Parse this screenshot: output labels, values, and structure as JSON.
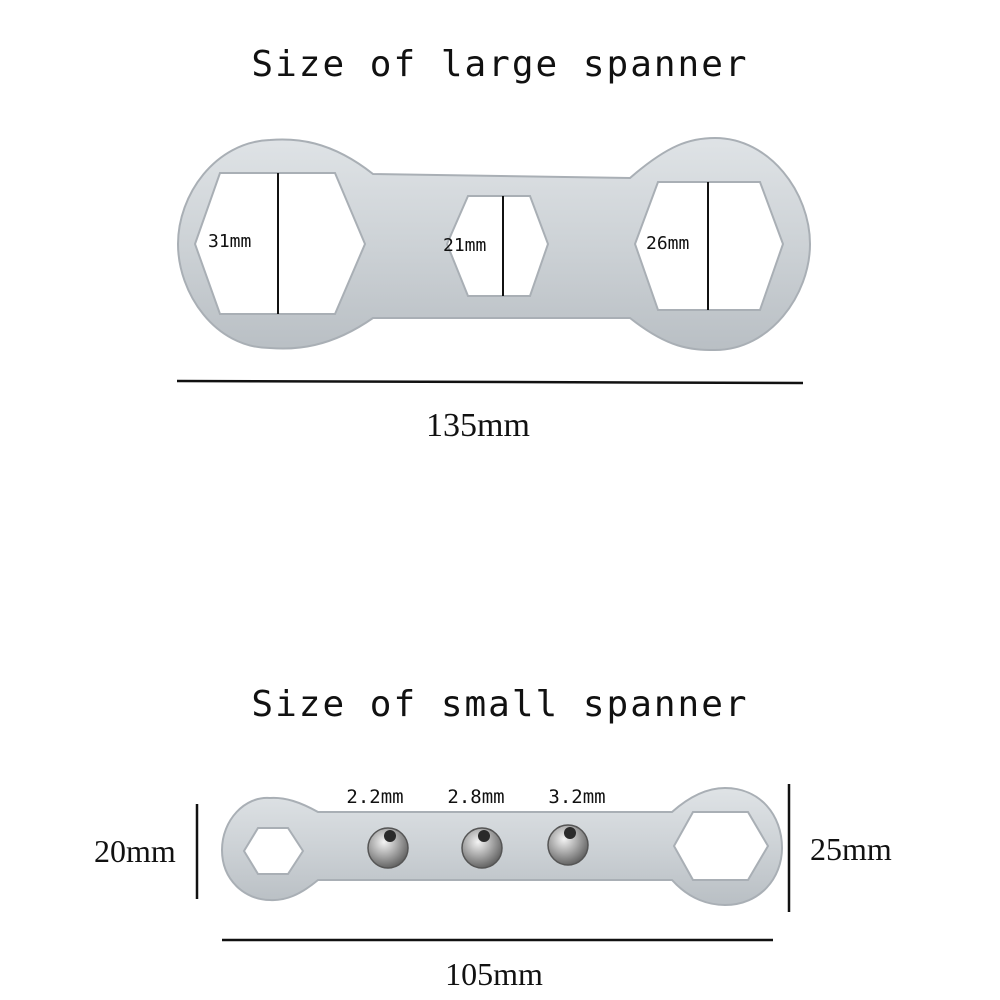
{
  "large_spanner": {
    "title": "Size of large spanner",
    "hex_left": "31mm",
    "hex_middle": "21mm",
    "hex_right": "26mm",
    "length": "135mm"
  },
  "small_spanner": {
    "title": "Size of small spanner",
    "pin_1": "2.2mm",
    "pin_2": "2.8mm",
    "pin_3": "3.2mm",
    "left_height": "20mm",
    "right_height": "25mm",
    "length": "105mm"
  },
  "colors": {
    "metal": "#cdd2d6",
    "metal_edge": "#a9afb5",
    "line": "#111111"
  }
}
